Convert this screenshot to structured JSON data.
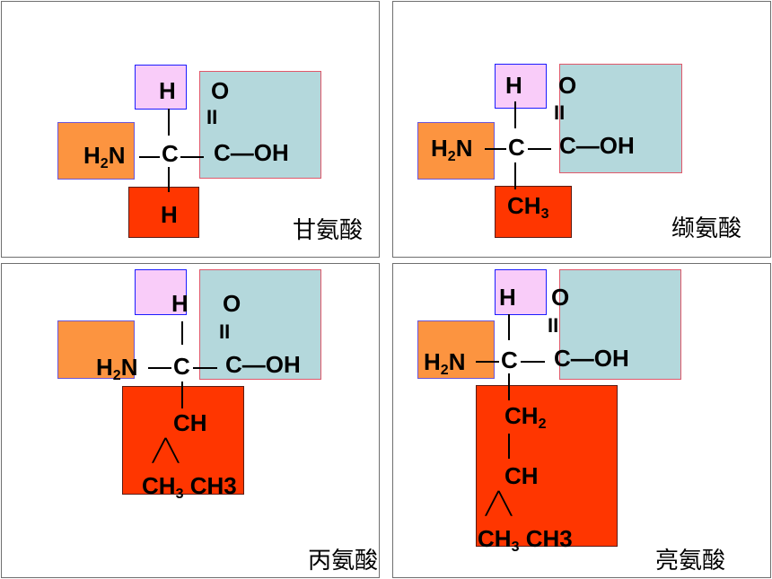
{
  "panels": [
    {
      "name": "甘氨酸",
      "h_top": "H",
      "o": "O",
      "double_bond": "II",
      "c_center": "C",
      "carboxyl": "C—OH",
      "nh2": "H",
      "nh2_sub": "2",
      "nh2_n": "N",
      "r": "H"
    },
    {
      "name": "缬氨酸",
      "h_top": "H",
      "o": "O",
      "double_bond": "II",
      "c_center": "C",
      "carboxyl": "C—OH",
      "nh2": "H",
      "nh2_sub": "2",
      "nh2_n": "N",
      "r_main": "CH",
      "r_sub": "3"
    },
    {
      "name": "丙氨酸",
      "h_top": "H",
      "o": "O",
      "double_bond": "II",
      "c_center": "C",
      "carboxyl": "C—OH",
      "nh2": "H",
      "nh2_sub": "2",
      "nh2_n": "N",
      "r_ch": "CH",
      "branch": "╱╲",
      "r_left": "CH",
      "r_left_sub": "3",
      "r_right": "CH3"
    },
    {
      "name": "亮氨酸",
      "h_top": "H",
      "o": "O",
      "double_bond": "II",
      "c_center": "C",
      "carboxyl": "C—OH",
      "nh2": "H",
      "nh2_sub": "2",
      "nh2_n": "N",
      "r_ch2": "CH",
      "r_ch2_sub": "2",
      "r_ch": "CH",
      "branch": "╱╲",
      "r_left": "CH",
      "r_left_sub": "3",
      "r_right": "CH3"
    }
  ],
  "colors": {
    "h_box": "#f9ccf9",
    "carboxyl_box": "#b4d8dc",
    "amino_box": "#fc9440",
    "r_group_box": "#ff3600"
  }
}
